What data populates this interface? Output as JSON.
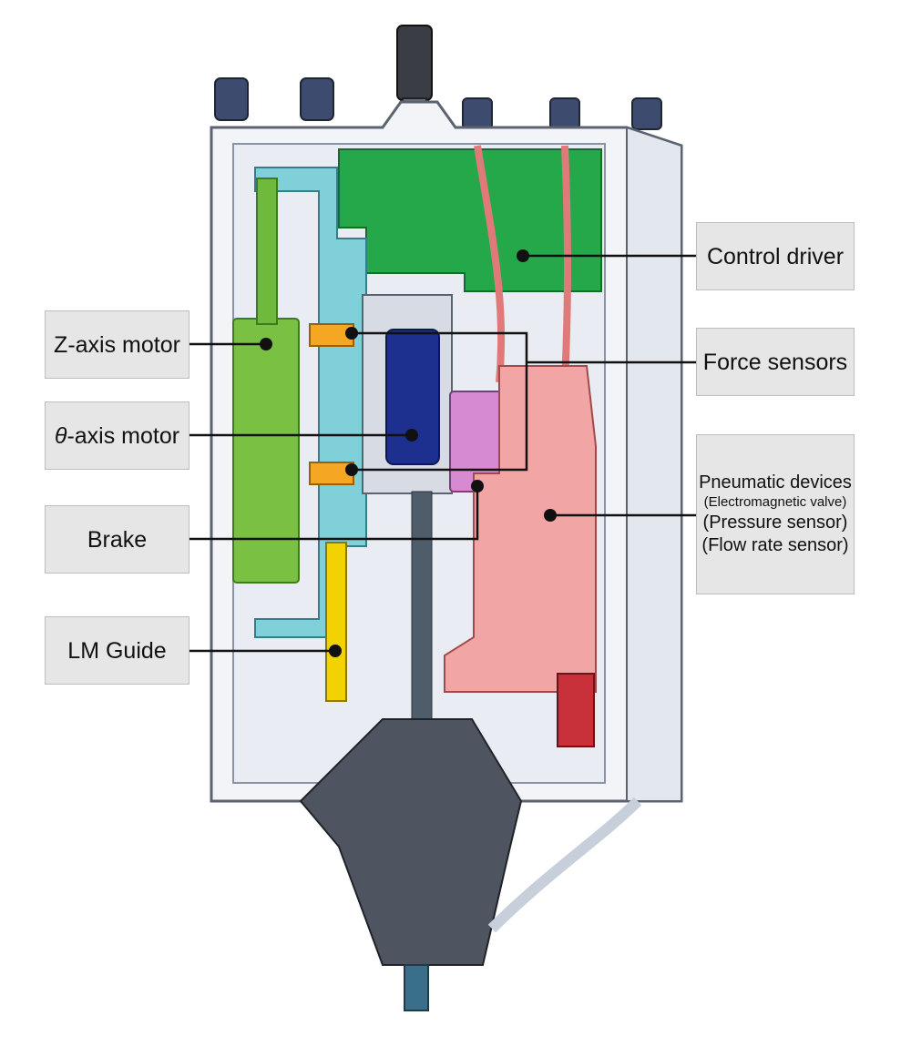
{
  "labels": {
    "control_driver": "Control driver",
    "force_sensors": "Force sensors",
    "pneumatic_title": "Pneumatic devices",
    "pneumatic_line1": "(Electromagnetic valve)",
    "pneumatic_line2": "(Pressure sensor)",
    "pneumatic_line3": "(Flow rate sensor)",
    "z_axis_motor": "Z-axis motor",
    "theta_symbol": "θ",
    "theta_axis_motor_rest": "-axis motor",
    "brake": "Brake",
    "lm_guide": "LM Guide"
  },
  "colors": {
    "housing": "#f2f4f7",
    "housing_edge": "#5b6270",
    "control_driver": "#25a84a",
    "z_motor": "#7ac143",
    "bracket": "#7fd0d8",
    "theta_motor": "#1d2f8f",
    "pneumatic": "#f2a5a5",
    "brake": "#d68bd0",
    "sensor": "#f5a623",
    "nozzle": "#4f5560",
    "label_bg": "#e6e6e6",
    "leader": "#111111"
  }
}
